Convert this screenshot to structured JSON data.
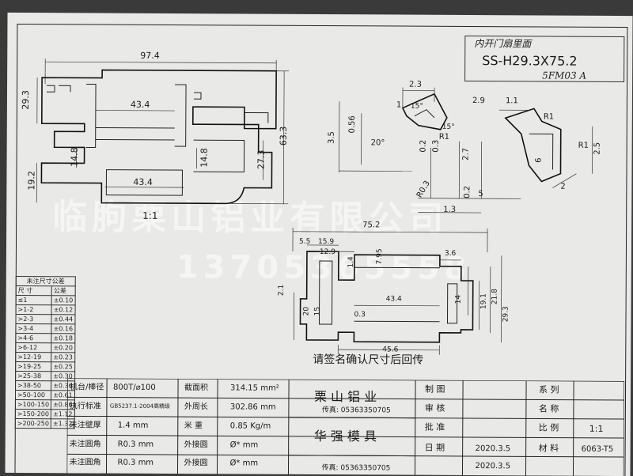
{
  "part": {
    "handwritten_title": "内开门扇里面",
    "model": "SS-H29.3X75.2",
    "handwritten_code": "5FM03 A"
  },
  "main_drawing": {
    "scale": "1:1",
    "dims": [
      "97.4",
      "29.3",
      "43.4",
      "14.8",
      "14.8",
      "27.3",
      "63.3",
      "19.2",
      "43.4"
    ]
  },
  "detail_drawing": {
    "dims": [
      "2.3",
      "0.56",
      "3.5",
      "20°",
      "R1",
      "2.9",
      "1.1",
      "R1",
      "2.5",
      "2.7",
      "0.3",
      "0.2",
      "0.2",
      "5",
      "1.3",
      "R0.3",
      "2",
      "6",
      "1",
      "15°",
      "15°"
    ]
  },
  "section_drawing": {
    "dims": [
      "75.2",
      "5.5",
      "15.9",
      "12.9",
      "7.95",
      "1.4",
      "3.6",
      "14",
      "19.1",
      "21.8",
      "29.3",
      "2.1",
      "20",
      "15",
      "0.3",
      "43.4",
      "45.6"
    ],
    "note": "请签名确认尺寸后回传"
  },
  "watermark": {
    "line1": "临朐栗山铝业有限公司",
    "line2": "13705365558"
  },
  "tolerance_table": {
    "header": "未注尺寸公差",
    "col1": "尺 寸",
    "col2": "公差",
    "rows": [
      [
        "≤1",
        "±0.10"
      ],
      [
        ">1-2",
        "±0.12"
      ],
      [
        ">2-3",
        "±0.44"
      ],
      [
        ">3-4",
        "±0.16"
      ],
      [
        ">4-6",
        "±0.18"
      ],
      [
        ">6-12",
        "±0.20"
      ],
      [
        ">12-19",
        "±0.23"
      ],
      [
        ">19-25",
        "±0.25"
      ],
      [
        ">25-38",
        "±0.30"
      ],
      [
        ">38-50",
        "±0.36"
      ],
      [
        ">50-100",
        "±0.61"
      ],
      [
        ">100-150",
        "±0.86"
      ],
      [
        ">150-200",
        "±1.12"
      ],
      [
        ">200-250",
        "±1.32"
      ]
    ]
  },
  "title_block": {
    "r1": {
      "l1": "机台/棒径",
      "v1": "800T/⌀100",
      "l2": "截面积",
      "v2": "314.15 mm²"
    },
    "r2": {
      "l1": "执行标准",
      "v1": "GB5237.1-2004高精级",
      "l2": "外周长",
      "v2": "302.86 mm"
    },
    "r3": {
      "l1": "未注壁厚",
      "v1": "1.4  mm",
      "l2": "米 重",
      "v2": "0.85 Kg/m"
    },
    "r4": {
      "l1": "未注圆角",
      "v1": "R0.3  mm",
      "l2": "外接圆",
      "v2": "Ø*     mm"
    },
    "r5": {
      "l1": "未注圆角",
      "v1": "R0.3  mm",
      "l2": "外接圆",
      "v2": "Ø*     mm"
    },
    "company": "栗 山 铝 业",
    "company_phone": "传真: 05363350705",
    "mold": "华 强 模 具",
    "mold_phone": "传真: 05363350705",
    "labels": {
      "draw": "制  图",
      "check": "审  核",
      "approve": "批  准",
      "date": "日  期",
      "series": "系  列",
      "name": "名  称",
      "ratio": "比  例",
      "material": "材  料"
    },
    "values": {
      "ratio": "1:1",
      "date": "2020.3.5",
      "material": "6063-T5"
    }
  }
}
